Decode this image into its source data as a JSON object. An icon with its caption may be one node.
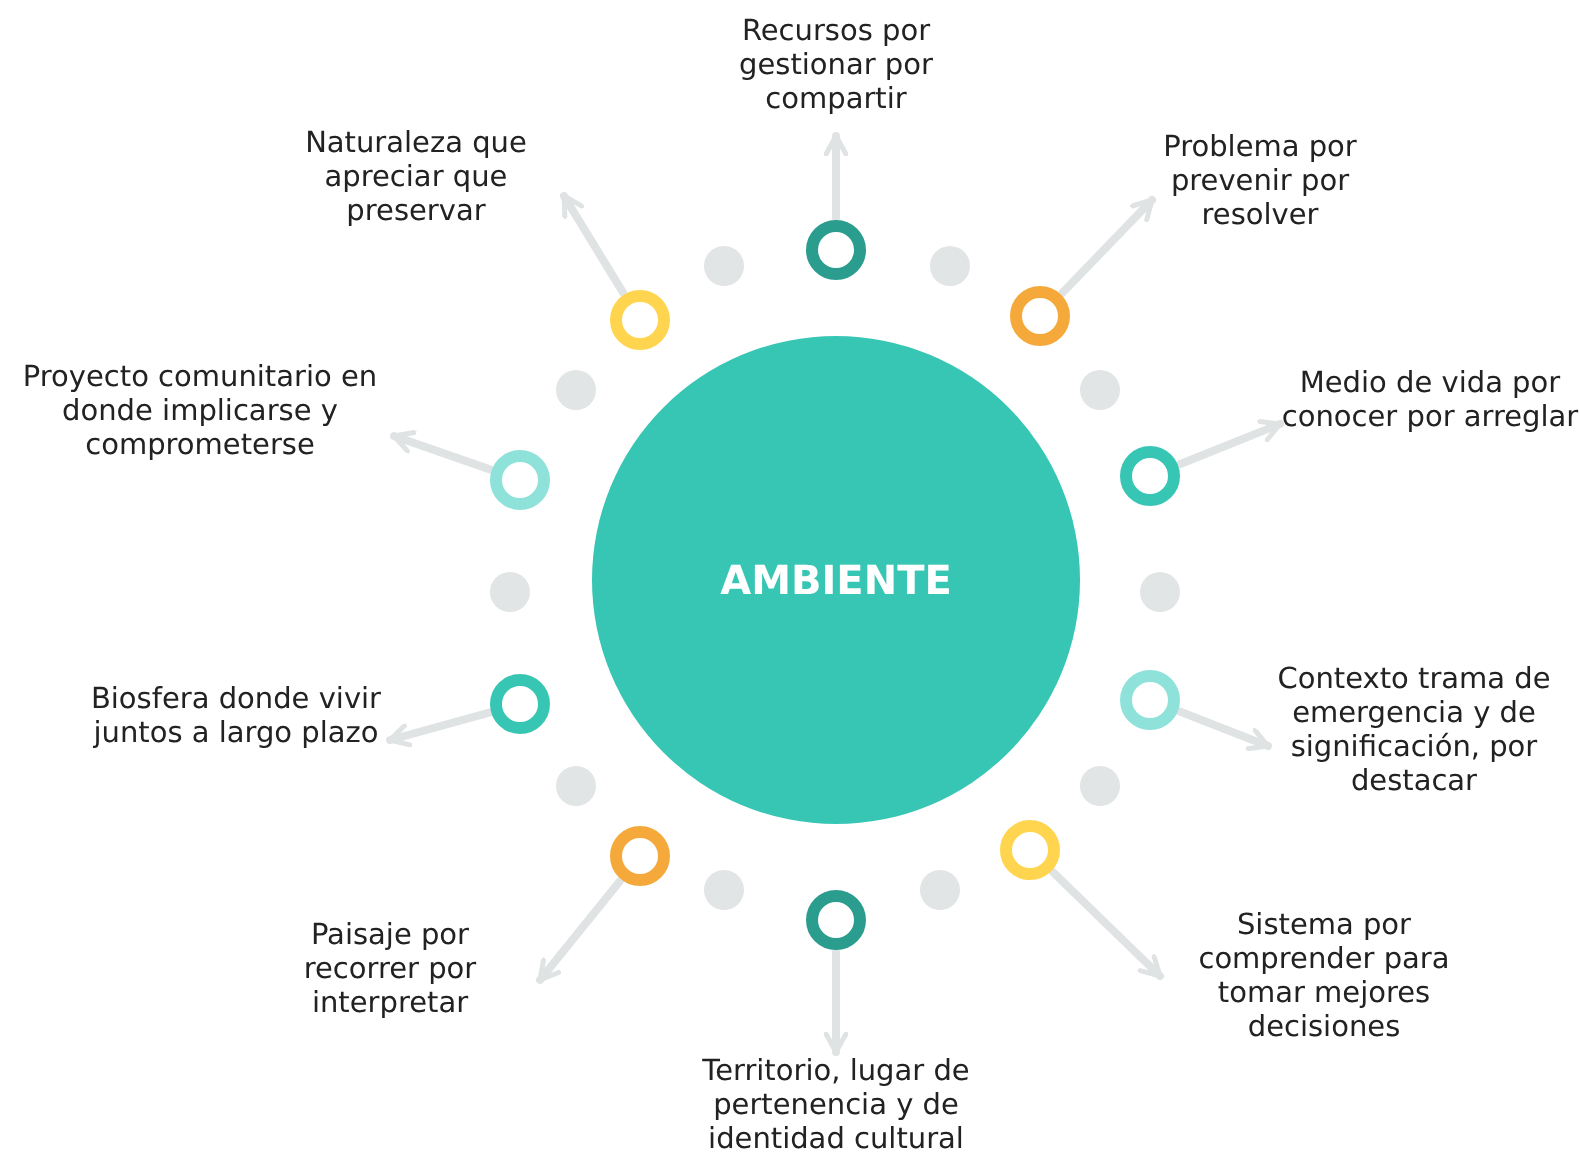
{
  "diagram": {
    "nodes": [
      {
        "text": [
          "AMBIENTE"
        ]
      },
      {
        "text": [
          "Recursos por gestionar por compartir"
        ]
      },
      {
        "text": [
          "Naturaleza que apreciar que preservar"
        ]
      },
      {
        "text": [
          "Problema por prevenir por resolver"
        ]
      },
      {
        "text": [
          "Proyecto comunitario en donde implicarse y comprometerse"
        ]
      },
      {
        "text": [
          "Medio de vida por conocer por arreglar"
        ]
      },
      {
        "text": [
          "Biosfera donde vivir juntos a largo plazo"
        ]
      },
      {
        "text": [
          "Contexto trama de emergencia y de significación, por destacar"
        ]
      },
      {
        "text": [
          "Paisaje por recorrer por interpretar"
        ]
      },
      {
        "text": [
          "Sistema por comprender para tomar mejores decisiones"
        ]
      },
      {
        "text": [
          "Territorio, lugar de pertenencia y de identidad cultural"
        ]
      },
      {
        "text": [],
        "shape": "circle"
      },
      {
        "text": [],
        "shape": "circle"
      },
      {
        "text": [],
        "shape": "circle"
      },
      {
        "text": [],
        "shape": "circle"
      },
      {
        "text": [],
        "shape": "circle"
      },
      {
        "text": [],
        "shape": "circle"
      },
      {
        "text": [],
        "shape": "circle"
      },
      {
        "text": [],
        "shape": "circle"
      },
      {
        "text": [],
        "shape": "circle"
      },
      {
        "text": [],
        "shape": "circle"
      }
    ],
    "edges": [
      {
        "from": 11,
        "to": 1,
        "arrow": "to"
      },
      {
        "from": 12,
        "to": 2,
        "arrow": "to"
      },
      {
        "from": 13,
        "to": 3,
        "arrow": "to"
      },
      {
        "from": 14,
        "to": 4,
        "arrow": "to"
      },
      {
        "from": 15,
        "to": 5,
        "arrow": "to"
      },
      {
        "from": 16,
        "to": 6,
        "arrow": "to"
      },
      {
        "from": 17,
        "to": 7,
        "arrow": "to"
      },
      {
        "from": 18,
        "to": 8,
        "arrow": "to"
      },
      {
        "from": 19,
        "to": 9,
        "arrow": "to"
      },
      {
        "from": 20,
        "to": 10,
        "arrow": "to"
      }
    ]
  }
}
